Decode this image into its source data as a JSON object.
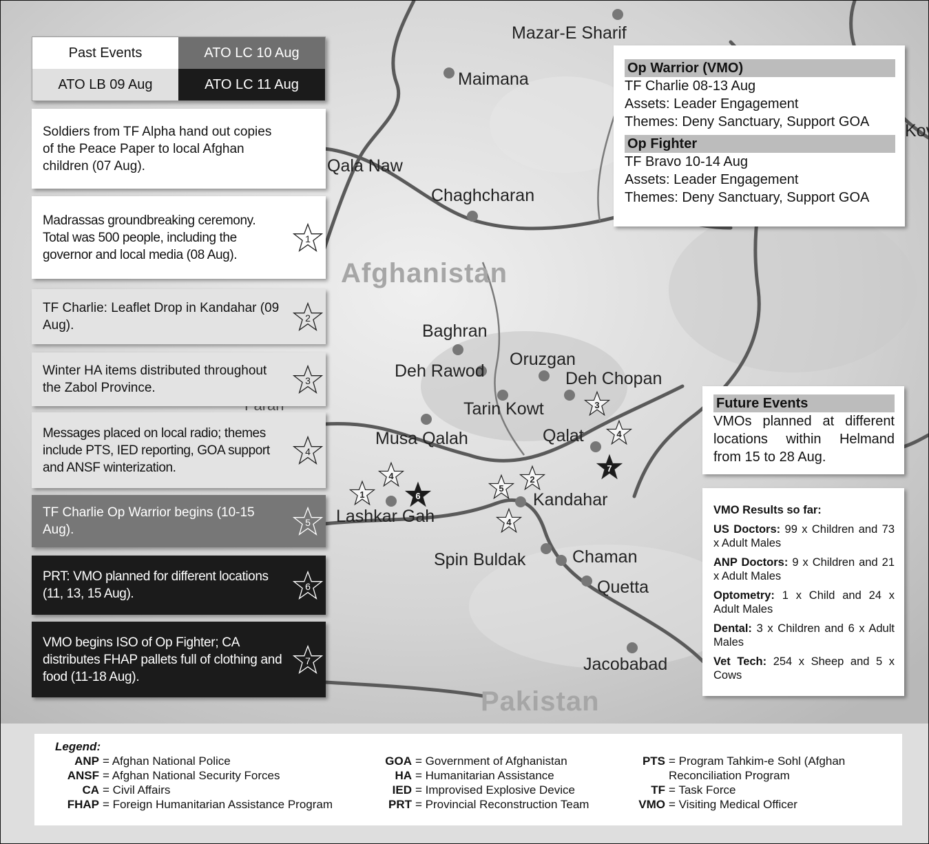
{
  "tabs": {
    "past_events": "Past Events",
    "ato_lc_10": "ATO LC 10 Aug",
    "ato_lb_09": "ATO LB 09 Aug",
    "ato_lc_11": "ATO LC 11 Aug"
  },
  "events": [
    {
      "text": "Soldiers from TF Alpha hand out copies of the Peace Paper to local Afghan children (07 Aug).",
      "star": ""
    },
    {
      "text": "Madrassas groundbreaking ceremony. Total was 500 people, including the governor and local media (08 Aug).",
      "star": "1"
    },
    {
      "text": "TF Charlie: Leaflet Drop in Kandahar (09 Aug).",
      "star": "2"
    },
    {
      "text": "Winter HA items distributed throughout the Zabol Province.",
      "star": "3"
    },
    {
      "text": "Messages placed on local radio; themes include PTS, IED reporting, GOA support and ANSF winterization.",
      "star": "4"
    },
    {
      "text": "TF Charlie Op Warrior begins (10-15 Aug).",
      "star": "5"
    },
    {
      "text": "PRT: VMO planned for different locations (11, 13, 15 Aug).",
      "star": "6"
    },
    {
      "text": "VMO begins ISO of Op Fighter; CA distributes FHAP pallets full of clothing and food (11-18 Aug).",
      "star": "7"
    }
  ],
  "ops": {
    "op1": {
      "title": "Op Warrior (VMO)",
      "lines": [
        "TF Charlie 08-13 Aug",
        "Assets: Leader Engagement",
        "Themes: Deny Sanctuary, Support GOA"
      ]
    },
    "op2": {
      "title": "Op Fighter",
      "lines": [
        "TF Bravo 10-14 Aug",
        "Assets: Leader Engagement",
        "Themes: Deny Sanctuary, Support GOA"
      ]
    }
  },
  "future": {
    "title": "Future Events",
    "text": "VMOs planned at different locations within Helmand from 15 to 28 Aug."
  },
  "results": {
    "title": "VMO Results so far:",
    "items": [
      {
        "label": "US Doctors:",
        "text": "99 x Children and 73 x Adult Males"
      },
      {
        "label": "ANP Doctors:",
        "text": "9 x Children and 21 x Adult Males"
      },
      {
        "label": "Optometry:",
        "text": "1 x Child and 24 x Adult Males"
      },
      {
        "label": "Dental:",
        "text": "3 x Children and 6 x Adult Males"
      },
      {
        "label": "Vet Tech:",
        "text": "254 x Sheep and 5 x Cows"
      }
    ]
  },
  "map": {
    "countries": {
      "afghanistan": "Afghanistan",
      "pakistan": "Pakistan"
    },
    "cities": {
      "mazar": "Mazar-E Sharif",
      "maimana": "Maimana",
      "qala_naw": "Qala Naw",
      "chaghcharan": "Chaghcharan",
      "baghran": "Baghran",
      "deh_rawod": "Deh Rawod",
      "oruzgan": "Oruzgan",
      "deh_chopan": "Deh Chopan",
      "tarin_kowt": "Tarin Kowt",
      "musa_qalah": "Musa Qalah",
      "qalat": "Qalat",
      "lashkar_gah": "Lashkar Gah",
      "kandahar": "Kandahar",
      "spin_buldak": "Spin Buldak",
      "chaman": "Chaman",
      "quetta": "Quetta",
      "jacobabad": "Jacobabad",
      "kow_partial": "Kov",
      "faran_partial": "Faran"
    },
    "markers": [
      {
        "num": "1",
        "style": "white"
      },
      {
        "num": "4",
        "style": "white"
      },
      {
        "num": "6",
        "style": "dark"
      },
      {
        "num": "5",
        "style": "white"
      },
      {
        "num": "2",
        "style": "white"
      },
      {
        "num": "4",
        "style": "white"
      },
      {
        "num": "3",
        "style": "white"
      },
      {
        "num": "4",
        "style": "white"
      },
      {
        "num": "7",
        "style": "dark"
      }
    ]
  },
  "legend": {
    "title": "Legend:",
    "col1": [
      {
        "abbr": "ANP",
        "def": "= Afghan National Police"
      },
      {
        "abbr": "ANSF",
        "def": "= Afghan National Security Forces"
      },
      {
        "abbr": "CA",
        "def": "= Civil Affairs"
      },
      {
        "abbr": "FHAP",
        "def": "= Foreign Humanitarian Assistance Program"
      }
    ],
    "col2": [
      {
        "abbr": "GOA",
        "def": "= Government of Afghanistan"
      },
      {
        "abbr": "HA",
        "def": "= Humanitarian Assistance"
      },
      {
        "abbr": "IED",
        "def": "= Improvised Explosive Device"
      },
      {
        "abbr": "PRT",
        "def": "= Provincial Reconstruction Team"
      }
    ],
    "col3": [
      {
        "abbr": "PTS",
        "def": "= Program Tahkim-e Sohl (Afghan"
      },
      {
        "abbr": "",
        "def": "Reconciliation Program"
      },
      {
        "abbr": "TF",
        "def": "= Task Force"
      },
      {
        "abbr": "VMO",
        "def": "= Visiting Medical Officer"
      }
    ]
  },
  "colors": {
    "map_bg": "#d9d9d9",
    "border_line": "#5a5a5a",
    "city_dot": "#777777",
    "panel_dark": "#1b1b1b",
    "panel_mid": "#777777",
    "panel_light": "#e3e3e3",
    "section_head": "#bcbcbc"
  }
}
